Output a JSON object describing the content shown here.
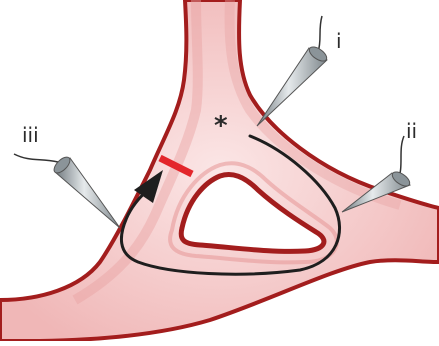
{
  "figure": {
    "electrode_labels": {
      "i": "i",
      "ii": "ii",
      "iii": "iii"
    },
    "marker_symbol": "*",
    "colors": {
      "background": "#ffffff",
      "vessel_fill": "#f3c4c4",
      "vessel_core": "#f9dede",
      "vessel_edge": "#a31d1d",
      "block_bar": "#e3262b",
      "path_line": "#1e1e1e",
      "probe_metal": "#9aa3a8",
      "probe_highlight": "#e6eaec",
      "wire": "#333333"
    },
    "icons": {
      "electrode": "recording-electrode-icon",
      "conduction_block": "block-bar-icon",
      "direction_arrow": "arrowhead-icon"
    }
  }
}
